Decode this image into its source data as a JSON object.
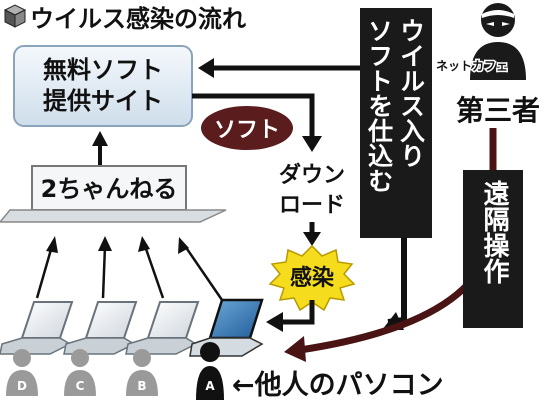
{
  "title": "ウイルス感染の流れ",
  "nodes": {
    "site": [
      "無料ソフト",
      "提供サイト"
    ],
    "board": "2ちゃんねる",
    "soft_badge": "ソフト",
    "download": [
      "ダウン",
      "ロード"
    ],
    "infection": "感染",
    "virus_banner": [
      "ウイルス入り",
      "ソフトを仕込む"
    ],
    "remote_banner": "遠隔操作",
    "net_cafe": "ネットカフェ",
    "third_party": "第三者",
    "other_pc": "←他人のパソコン"
  },
  "users": [
    "D",
    "C",
    "B",
    "A"
  ],
  "colors": {
    "box_fill": "#dde9f3",
    "box_stroke": "#8aa4bb",
    "banner": "#1a1a1a",
    "remote_arrow": "#4a1414",
    "soft_badge": "#5a1c1c",
    "burst": "#f5dd1e"
  }
}
